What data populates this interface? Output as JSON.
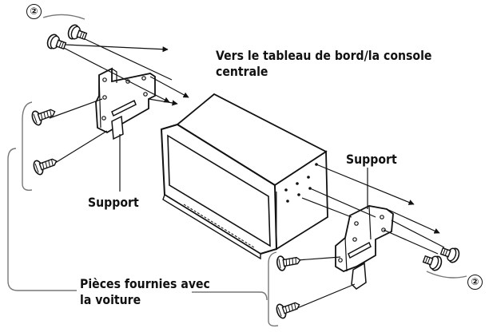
{
  "labels": {
    "destination_line1": "Vers le tableau de bord/la console",
    "destination_line2": "centrale",
    "support_left": "Support",
    "support_right": "Support",
    "parts_line1": "Pièces fournies avec",
    "parts_line2": "la voiture"
  },
  "callouts": {
    "top": "②",
    "bottom": "②"
  }
}
